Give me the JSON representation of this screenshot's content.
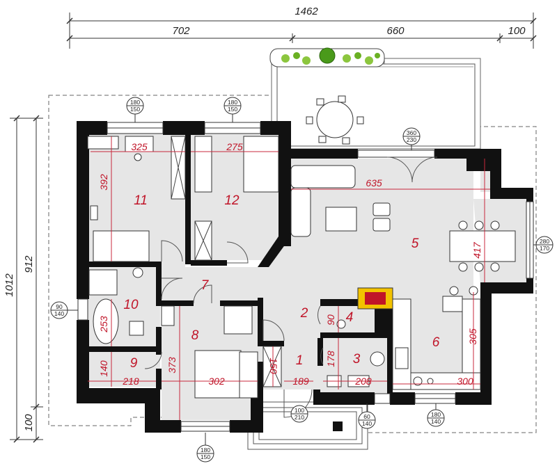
{
  "dimensions": {
    "top_total": "1462",
    "top_left": "702",
    "top_mid": "660",
    "top_right": "100",
    "left_outer": "1012",
    "left_inner": "912",
    "left_bottom": "100"
  },
  "rooms": [
    {
      "id": "1",
      "label": "1"
    },
    {
      "id": "2",
      "label": "2"
    },
    {
      "id": "3",
      "label": "3"
    },
    {
      "id": "4",
      "label": "4"
    },
    {
      "id": "5",
      "label": "5"
    },
    {
      "id": "6",
      "label": "6"
    },
    {
      "id": "7",
      "label": "7"
    },
    {
      "id": "8",
      "label": "8"
    },
    {
      "id": "9",
      "label": "9"
    },
    {
      "id": "10",
      "label": "10"
    },
    {
      "id": "11",
      "label": "11"
    },
    {
      "id": "12",
      "label": "12"
    }
  ],
  "interior_dims": [
    {
      "id": "d325",
      "text": "325"
    },
    {
      "id": "d275",
      "text": "275"
    },
    {
      "id": "d392",
      "text": "392"
    },
    {
      "id": "d635",
      "text": "635"
    },
    {
      "id": "d417",
      "text": "417"
    },
    {
      "id": "d305",
      "text": "305"
    },
    {
      "id": "d253",
      "text": "253"
    },
    {
      "id": "d140",
      "text": "140"
    },
    {
      "id": "d218",
      "text": "218"
    },
    {
      "id": "d373",
      "text": "373"
    },
    {
      "id": "d302",
      "text": "302"
    },
    {
      "id": "d150",
      "text": "150"
    },
    {
      "id": "d189",
      "text": "189"
    },
    {
      "id": "d178",
      "text": "178"
    },
    {
      "id": "d208",
      "text": "208"
    },
    {
      "id": "d90",
      "text": "90"
    },
    {
      "id": "d300",
      "text": "300"
    }
  ],
  "openings": [
    {
      "id": "w1",
      "top": "180",
      "bottom": "150"
    },
    {
      "id": "w2",
      "top": "180",
      "bottom": "150"
    },
    {
      "id": "w3",
      "top": "360",
      "bottom": "230"
    },
    {
      "id": "w4",
      "top": "280",
      "bottom": "170"
    },
    {
      "id": "w5",
      "top": "90",
      "bottom": "140"
    },
    {
      "id": "w6",
      "top": "100",
      "bottom": "210"
    },
    {
      "id": "w7",
      "top": "60",
      "bottom": "140"
    },
    {
      "id": "w8",
      "top": "180",
      "bottom": "140"
    },
    {
      "id": "w9",
      "top": "180",
      "bottom": "150"
    }
  ],
  "colors": {
    "wall": "#111111",
    "floor": "#e6e6e6",
    "accent": "#c01428",
    "fireplace": "#f2c200"
  }
}
